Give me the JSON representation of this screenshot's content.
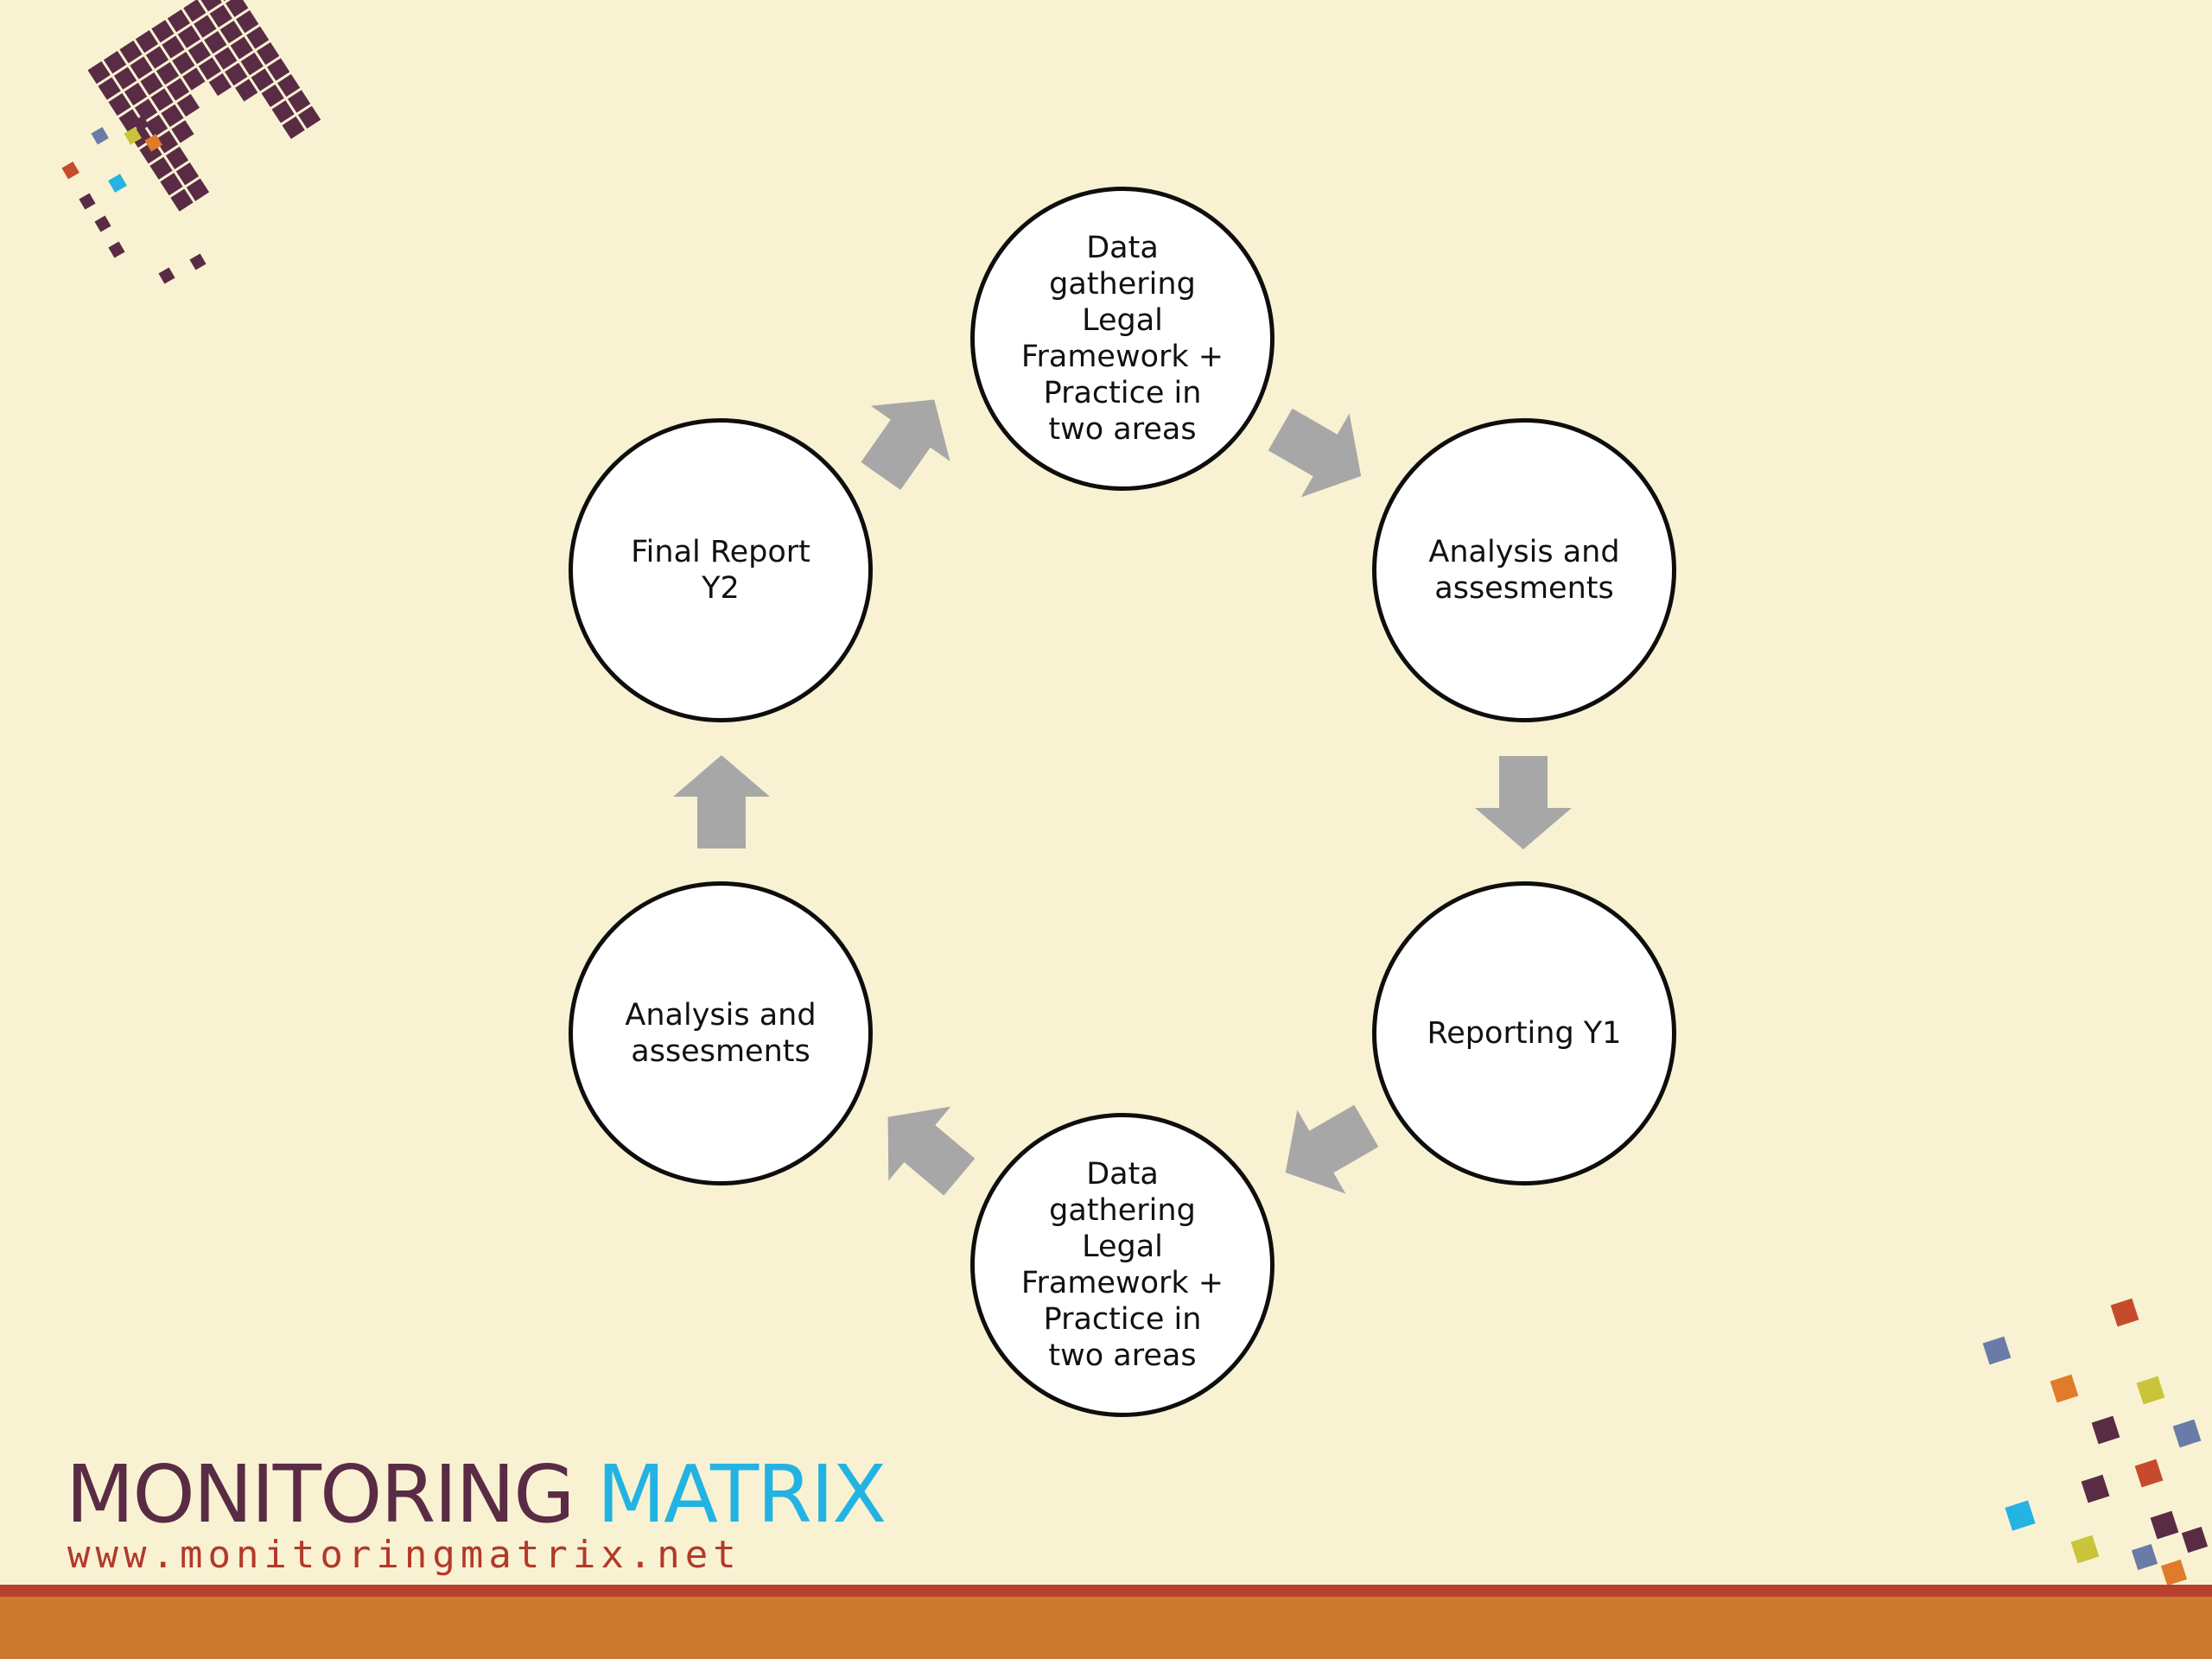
{
  "diagram": {
    "nodes": [
      {
        "id": "top",
        "label": "Data\ngathering\nLegal\nFramework +\nPractice in\ntwo areas"
      },
      {
        "id": "upper-right",
        "label": "Analysis and\nassesments"
      },
      {
        "id": "lower-right",
        "label": "Reporting Y1"
      },
      {
        "id": "bottom",
        "label": "Data\ngathering\nLegal\nFramework +\nPractice in\ntwo areas"
      },
      {
        "id": "lower-left",
        "label": "Analysis and\nassesments"
      },
      {
        "id": "upper-left",
        "label": "Final Report\nY2"
      }
    ],
    "flow": [
      "top",
      "upper-right",
      "lower-right",
      "bottom",
      "lower-left",
      "upper-left",
      "top"
    ],
    "colors": {
      "background": "#f8f2d2",
      "node_fill": "#ffffff",
      "node_border": "#0e0e0e",
      "arrow": "#a7a7a7"
    }
  },
  "brand": {
    "word1": "MONITORING",
    "word2": "MATRIX",
    "url": "www.monitoringmatrix.net",
    "colors": {
      "word1": "#5a2b45",
      "word2": "#23b3e3",
      "url": "#b3392a",
      "footer": "#cc7a2f"
    }
  },
  "icons": {
    "logo": "monitoring-matrix-grid-logo",
    "decoration": "scattered-color-squares"
  }
}
